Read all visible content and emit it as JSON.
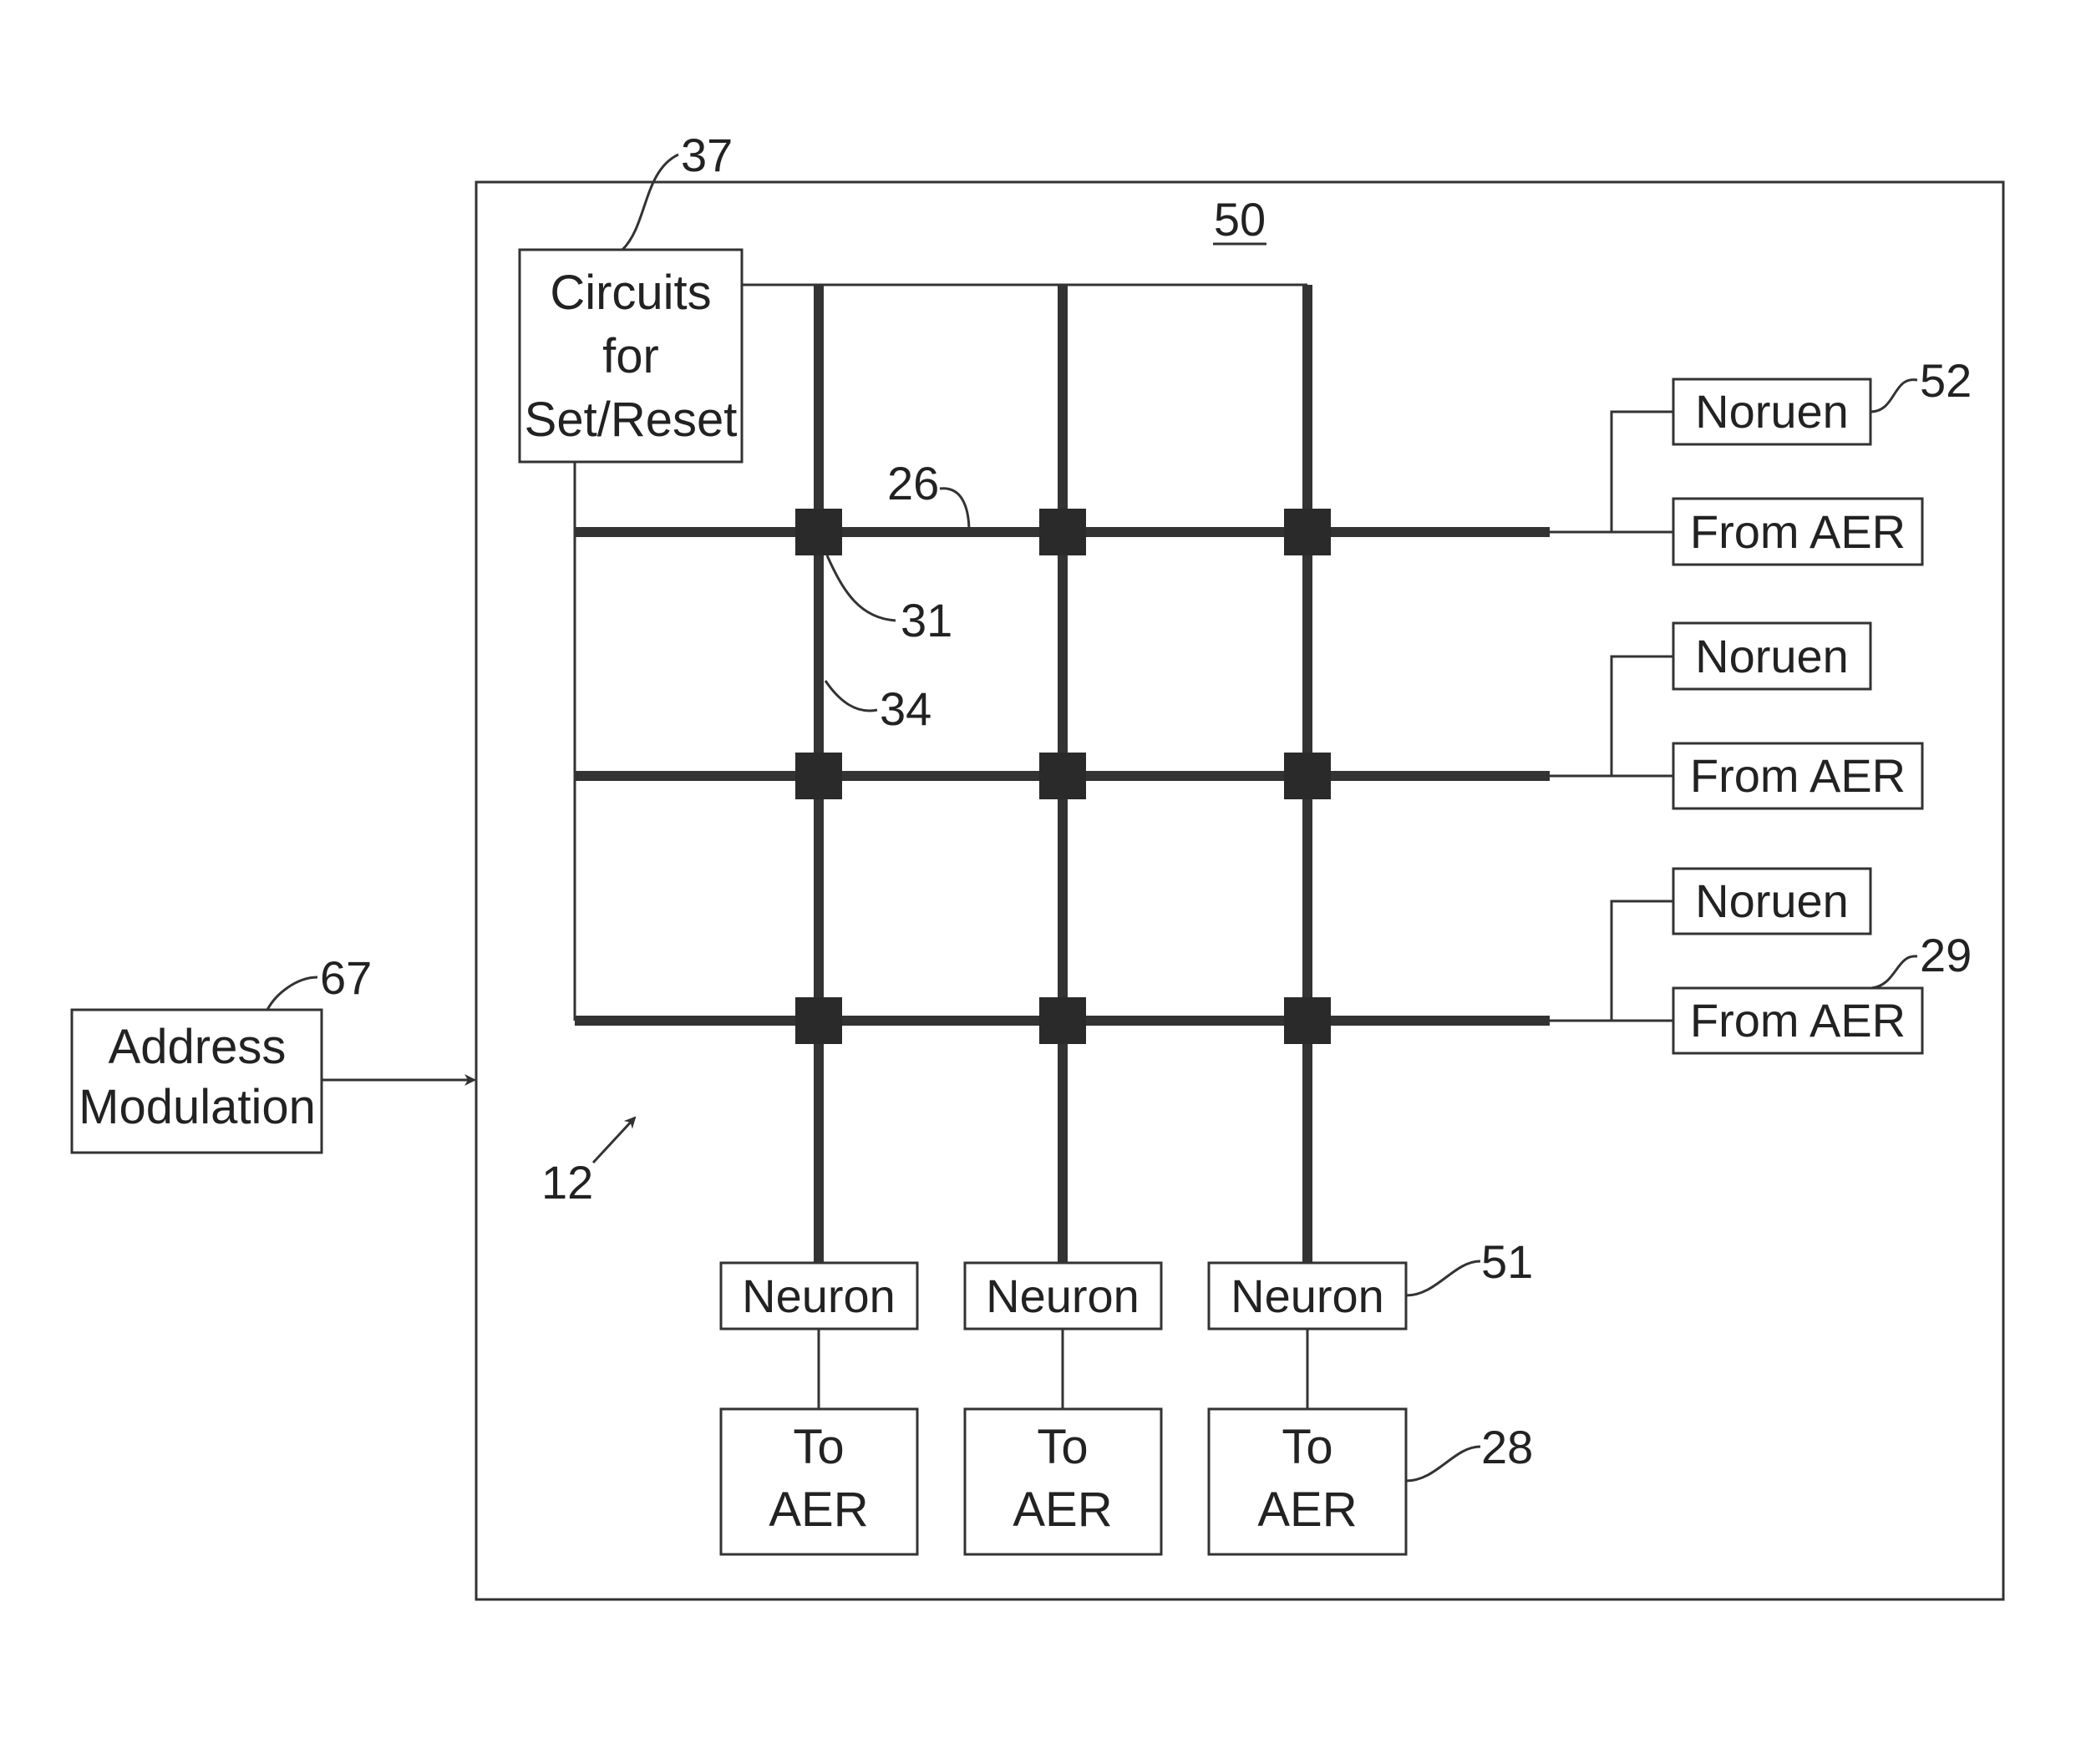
{
  "figure": {
    "main_block_ref": "50",
    "array_ref": "12",
    "set_reset": {
      "lines": [
        "Circuits",
        "for",
        "Set/Reset"
      ],
      "ref": "37"
    },
    "address_modulation": {
      "lines": [
        "Address",
        "Modulation"
      ],
      "ref": "67"
    },
    "row_line_ref": "26",
    "column_line_ref": "34",
    "synapse_ref": "31",
    "row_inputs": [
      {
        "neuron_label": "Noruen",
        "aer_label": "From AER"
      },
      {
        "neuron_label": "Noruen",
        "aer_label": "From AER"
      },
      {
        "neuron_label": "Noruen",
        "aer_label": "From AER"
      }
    ],
    "row_neuron_ref": "52",
    "row_aer_ref": "29",
    "column_outputs": [
      {
        "neuron_label": "Neuron",
        "aer_lines": [
          "To",
          "AER"
        ]
      },
      {
        "neuron_label": "Neuron",
        "aer_lines": [
          "To",
          "AER"
        ]
      },
      {
        "neuron_label": "Neuron",
        "aer_lines": [
          "To",
          "AER"
        ]
      }
    ],
    "column_neuron_ref": "51",
    "column_aer_ref": "28"
  }
}
